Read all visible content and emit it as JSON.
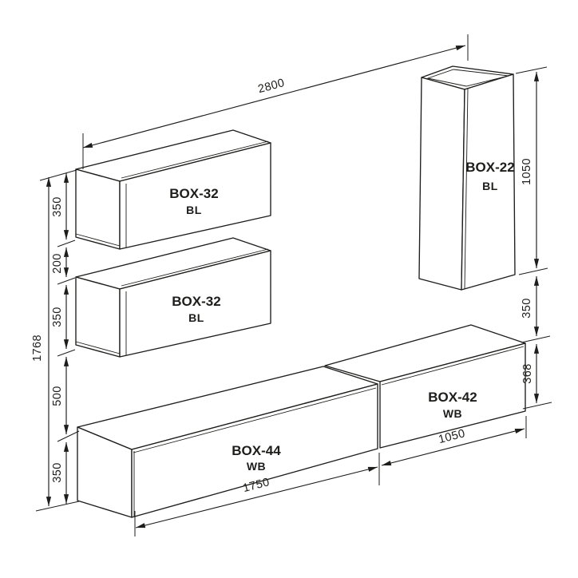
{
  "drawing": {
    "colors": {
      "line": "#1d1d1b",
      "background": "#ffffff"
    },
    "boxes": {
      "box32_upper": {
        "name": "BOX-32",
        "finish": "BL"
      },
      "box32_lower": {
        "name": "BOX-32",
        "finish": "BL"
      },
      "box22": {
        "name": "BOX-22",
        "finish": "BL"
      },
      "box44": {
        "name": "BOX-44",
        "finish": "WB"
      },
      "box42": {
        "name": "BOX-42",
        "finish": "WB"
      }
    },
    "dimensions_mm": {
      "overall_width": "2800",
      "overall_height": "1768",
      "box22_height": "1050",
      "gap_box22_to_bench": "350",
      "bench_height": "368",
      "box42_width": "1050",
      "box44_width": "1750",
      "box32_upper_height": "350",
      "gap_between_box32": "200",
      "box32_lower_height": "350",
      "gap_box32_to_bench": "500",
      "bench_left_height": "350"
    }
  }
}
